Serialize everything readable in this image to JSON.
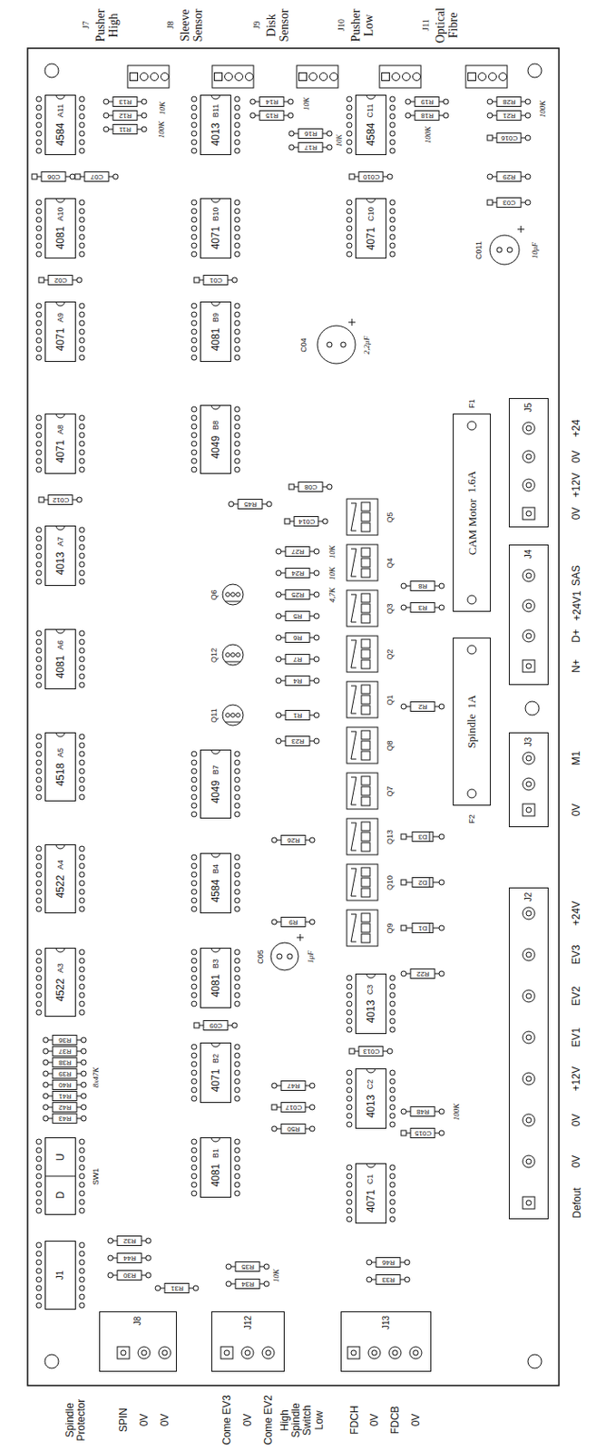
{
  "diagram": {
    "nodes": [
      {
        "text": [
          "A11",
          "4584"
        ]
      },
      {
        "text": [
          "A10",
          "4081"
        ]
      },
      {
        "text": [
          "A9",
          "4071"
        ]
      },
      {
        "text": [
          "A8",
          "4071"
        ]
      },
      {
        "text": [
          "A7",
          "4013"
        ]
      },
      {
        "text": [
          "A6",
          "4081"
        ]
      },
      {
        "text": [
          "A5",
          "4518"
        ]
      },
      {
        "text": [
          "A4",
          "4522"
        ]
      },
      {
        "text": [
          "A3",
          "4522"
        ]
      },
      {
        "text": [
          "B11",
          "4013"
        ]
      },
      {
        "text": [
          "B10",
          "4071"
        ]
      },
      {
        "text": [
          "B9",
          "4081"
        ]
      },
      {
        "text": [
          "B8",
          "4049"
        ]
      },
      {
        "text": [
          "B7",
          "4049"
        ]
      },
      {
        "text": [
          "B4",
          "4584"
        ]
      },
      {
        "text": [
          "B3",
          "4081"
        ]
      },
      {
        "text": [
          "B2",
          "4071"
        ]
      },
      {
        "text": [
          "B1",
          "4081"
        ]
      },
      {
        "text": [
          "C11",
          "4584"
        ]
      },
      {
        "text": [
          "C10",
          "4071"
        ]
      },
      {
        "text": [
          "C3",
          "4013"
        ]
      },
      {
        "text": [
          "C2",
          "4013"
        ]
      },
      {
        "text": [
          "C1",
          "4071"
        ]
      },
      {
        "text": [
          "1.6A",
          "CAM Motor"
        ]
      },
      {
        "text": [
          "1A",
          "Spindle"
        ]
      },
      {
        "text": [
          "J5"
        ]
      },
      {
        "text": [
          "J4"
        ]
      },
      {
        "text": [
          "J3"
        ]
      },
      {
        "text": [
          "J2"
        ]
      },
      {
        "text": [
          "U",
          "D"
        ]
      },
      {
        "text": [
          "J1"
        ]
      },
      {
        "text": [
          "J8"
        ]
      },
      {
        "text": [
          "J12"
        ]
      },
      {
        "text": [
          "J13"
        ]
      }
    ],
    "labels": [
      "J7",
      "Pusher High",
      "J8",
      "Sleeve Sensor",
      "J9",
      "Disk Sensor",
      "J10",
      "Pusher Low",
      "J11",
      "Optical Fibre",
      "+24",
      "0V",
      "+12V",
      "0V",
      "SAS",
      "+24V1",
      "D+",
      "N+",
      "M1",
      "0V",
      "+24V",
      "EV3",
      "EV2",
      "EV1",
      "+12V",
      "0V",
      "0V",
      "Defout",
      "Spindle Protector",
      "SPIN",
      "0V",
      "0V",
      "Come EV3",
      "0V",
      "Come EV2",
      "High Spindle Switch Low",
      "FDCH",
      "0V",
      "FDCB",
      "0V",
      "R13",
      "R12",
      "R11",
      "R14",
      "R15",
      "R16",
      "R17",
      "R19",
      "R18",
      "R28",
      "R21",
      "C016",
      "R29",
      "C03",
      "C06",
      "C07",
      "C010",
      "C02",
      "C01",
      "C012",
      "R45",
      "C08",
      "C014",
      "R27",
      "R24",
      "R25",
      "R5",
      "R6",
      "R7",
      "R4",
      "R1",
      "R23",
      "R8",
      "R3",
      "R2",
      "R26",
      "R9",
      "D3",
      "D2",
      "D1",
      "R22",
      "C09",
      "C013",
      "R47",
      "C017",
      "R50",
      "R48",
      "C015",
      "R36",
      "R37",
      "R38",
      "R39",
      "R40",
      "R41",
      "R42",
      "R43",
      "R32",
      "R44",
      "R30",
      "R31",
      "R35",
      "R34",
      "R46",
      "R33",
      "Q5",
      "Q4",
      "Q3",
      "Q2",
      "Q1",
      "Q8",
      "Q7",
      "Q13",
      "Q10",
      "Q9",
      "Q6",
      "Q12",
      "Q11",
      "C04",
      "C011",
      "C05",
      "F1",
      "F2",
      "SW1",
      "10K",
      "100K",
      "10K",
      "10K",
      "100K",
      "100K",
      "10μF",
      "2,2μF",
      "4,7K",
      "10K",
      "10K",
      "1μF",
      "8x47K",
      "10K",
      "100K"
    ]
  }
}
